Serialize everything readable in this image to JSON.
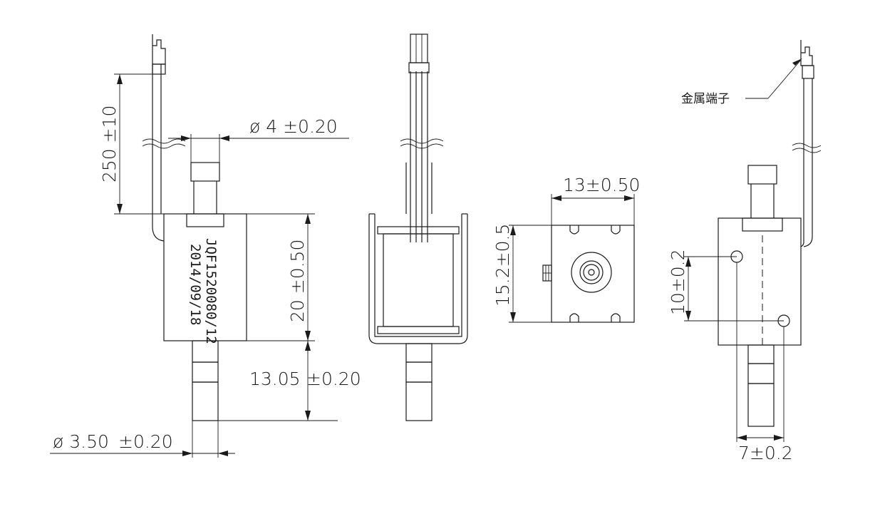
{
  "dimensions": {
    "lead_length": "250 ±10",
    "inlet_diameter": "ø 4 ±0.20",
    "body_height": "20 ±0.50",
    "outlet_length": "13.05",
    "outlet_length_tol": "±0.20",
    "outlet_diameter": "ø 3.50",
    "outlet_diameter_tol": "±0.20",
    "end_width": "13±0.50",
    "end_height": "15.2±0.5",
    "hole_vertical": "10±0.2",
    "hole_horizontal": "7±0.2"
  },
  "label": {
    "part_number": "JQF1520080/12",
    "date": "2014/09/18"
  },
  "annotations": {
    "metal_terminal": "金属端子"
  }
}
